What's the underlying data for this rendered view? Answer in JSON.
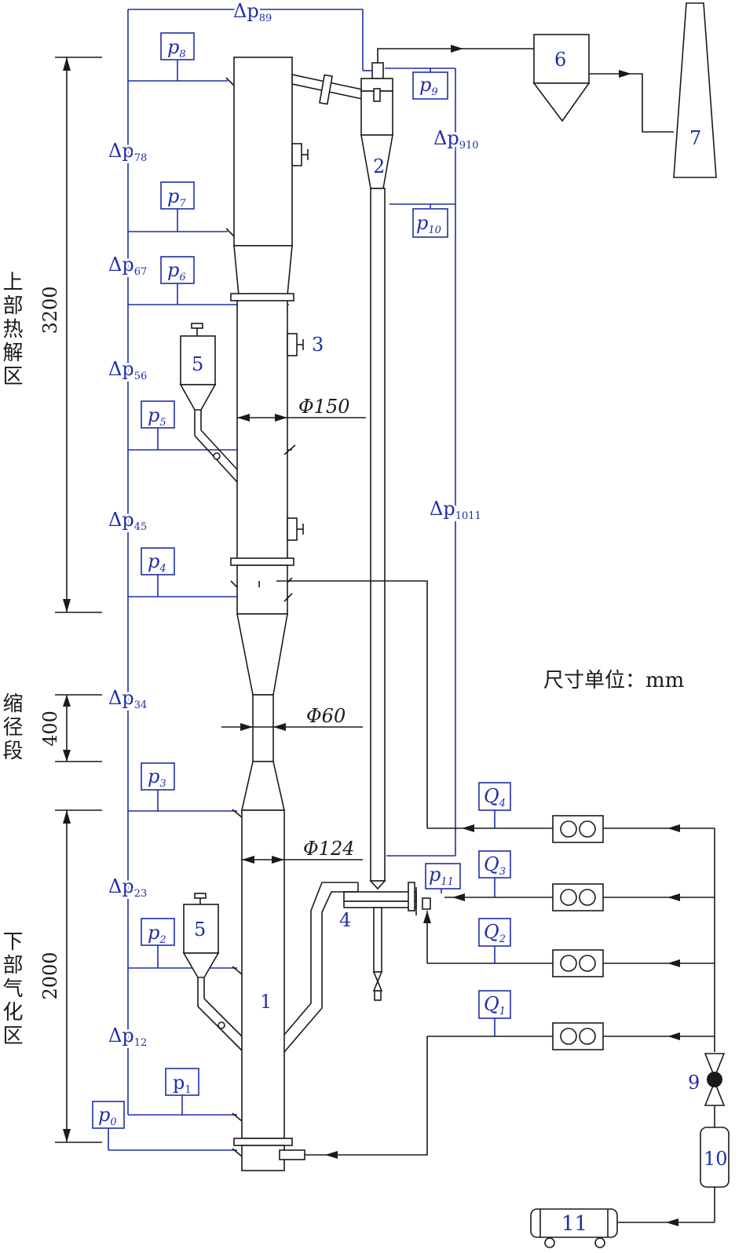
{
  "colors": {
    "instrument": "#1f2ea8",
    "equipment": "#1a1a1a"
  },
  "zones": {
    "upper": "上部热解区",
    "middle": "缩径段",
    "lower": "下部气化区"
  },
  "dimensions": {
    "upper": "3200",
    "middle": "400",
    "lower": "2000"
  },
  "diameters": {
    "d150": "Φ150",
    "d60": "Φ60",
    "d124": "Φ124"
  },
  "unit_note": "尺寸单位：mm",
  "pressure_taps": {
    "p0": {
      "base": "p",
      "sub": "0"
    },
    "p1": {
      "base": "p",
      "sub": "1"
    },
    "p2": {
      "base": "p",
      "sub": "2"
    },
    "p3": {
      "base": "p",
      "sub": "3"
    },
    "p4": {
      "base": "p",
      "sub": "4"
    },
    "p5": {
      "base": "p",
      "sub": "5"
    },
    "p6": {
      "base": "p",
      "sub": "6"
    },
    "p7": {
      "base": "p",
      "sub": "7"
    },
    "p8": {
      "base": "p",
      "sub": "8"
    },
    "p9": {
      "base": "p",
      "sub": "9"
    },
    "p10": {
      "base": "p",
      "sub": "10"
    },
    "p11": {
      "base": "p",
      "sub": "11"
    }
  },
  "diff_pressures": {
    "dp12": {
      "base": "Δp",
      "sub": "12"
    },
    "dp23": {
      "base": "Δp",
      "sub": "23"
    },
    "dp34": {
      "base": "Δp",
      "sub": "34"
    },
    "dp45": {
      "base": "Δp",
      "sub": "45"
    },
    "dp56": {
      "base": "Δp",
      "sub": "56"
    },
    "dp67": {
      "base": "Δp",
      "sub": "67"
    },
    "dp78": {
      "base": "Δp",
      "sub": "78"
    },
    "dp89": {
      "base": "Δp",
      "sub": "89"
    },
    "dp910": {
      "base": "Δp",
      "sub": "910"
    },
    "dp1011": {
      "base": "Δp",
      "sub": "1011"
    }
  },
  "flows": {
    "q1": {
      "base": "Q",
      "sub": "1"
    },
    "q2": {
      "base": "Q",
      "sub": "2"
    },
    "q3": {
      "base": "Q",
      "sub": "3"
    },
    "q4": {
      "base": "Q",
      "sub": "4"
    }
  },
  "equipment": {
    "e1": "1",
    "e2": "2",
    "e3": "3",
    "e4": "4",
    "e5a": "5",
    "e5b": "5",
    "e6": "6",
    "e7": "7",
    "e9": "9",
    "e10": "10",
    "e11": "11"
  }
}
